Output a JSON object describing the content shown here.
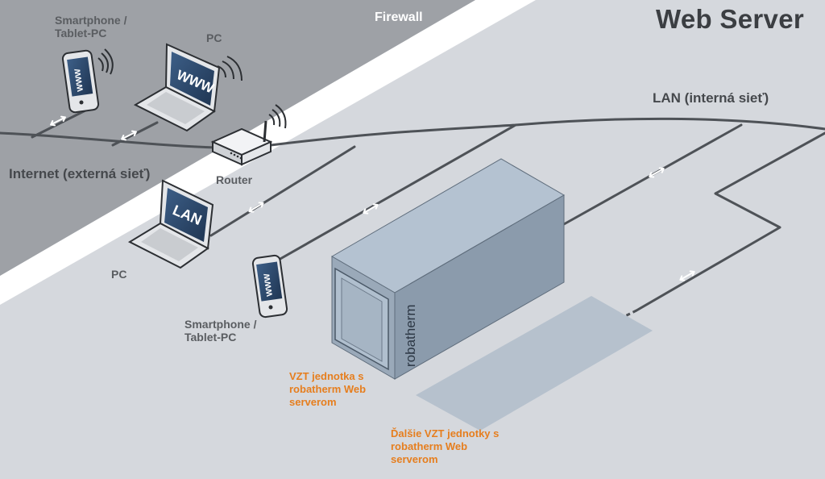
{
  "title": "Web Server",
  "zones": {
    "firewall_label": "Firewall",
    "internet_label": "Internet (externá sieť)",
    "lan_label": "LAN (interná sieť)"
  },
  "devices": {
    "smartphone_external": {
      "label": "Smartphone / Tablet-PC",
      "screen_text": "WWW"
    },
    "pc_external": {
      "label": "PC",
      "screen_text": "WWW"
    },
    "router": {
      "label": "Router"
    },
    "pc_internal": {
      "label": "PC",
      "screen_text": "LAN"
    },
    "smartphone_internal": {
      "label": "Smartphone / Tablet-PC",
      "screen_text": "WWW"
    }
  },
  "ahu": {
    "brand_text": "robatherm",
    "label": "VZT jednotka s robatherm Web serverom"
  },
  "additional_units": {
    "label": "Ďalšie VZT jednotky s robatherm Web serverom"
  },
  "colors": {
    "internet_zone": "#9ea1a6",
    "lan_zone": "#d5d8dd",
    "firewall_band": "#ffffff",
    "labels_orange": "#e67e1e",
    "cable": "#4e5257",
    "screen_blue": "#2d4a6e"
  }
}
